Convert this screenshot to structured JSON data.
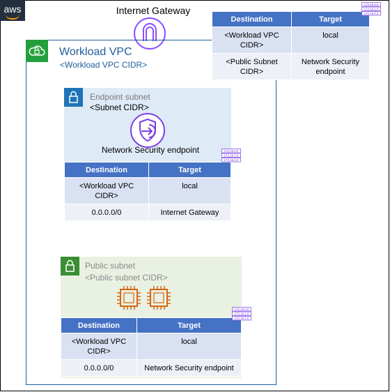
{
  "aws_logo": "aws",
  "internet_gateway": {
    "label": "Internet Gateway",
    "icon": "internet-gateway-icon"
  },
  "vpc": {
    "title": "Workload  VPC",
    "cidr": "<Workload VPC CIDR>",
    "icon": "cloud-icon"
  },
  "endpoint_subnet": {
    "title": "Endpoint subnet",
    "cidr": "<Subnet CIDR>",
    "endpoint_label": "Network  Security endpoint",
    "route_table": {
      "headers": [
        "Destination",
        "Target"
      ],
      "rows": [
        [
          "<Workload VPC\nCIDR>",
          "local"
        ],
        [
          "0.0.0.0/0",
          "Internet Gateway"
        ]
      ]
    }
  },
  "public_subnet": {
    "title": "Public subnet",
    "cidr": "<Public subnet  CIDR>",
    "route_table": {
      "headers": [
        "Destination",
        "Target"
      ],
      "rows": [
        [
          "<Workload VPC\nCIDR>",
          "local"
        ],
        [
          "0.0.0.0/0",
          "Network Security endpoint"
        ]
      ]
    }
  },
  "igw_route_table": {
    "headers": [
      "Destination",
      "Target"
    ],
    "rows": [
      [
        "<Workload VPC\nCIDR>",
        "local"
      ],
      [
        "<Public Subnet\nCIDR>",
        "Network Security\nendpoint"
      ]
    ]
  },
  "route_table_icon_labels": [
    "172.16.0.0",
    "172.16.1.0",
    "172.16.2.0"
  ],
  "colors": {
    "aws_dark": "#232f3e",
    "vpc_border": "#1f5d9a",
    "vpc_green": "#23a03d",
    "endpoint_subnet_bg": "#deeaf6",
    "public_subnet_bg": "#e8f1e2",
    "table_header": "#4472c4",
    "igw_purple": "#8c4fff",
    "chip_orange": "#d86613"
  }
}
